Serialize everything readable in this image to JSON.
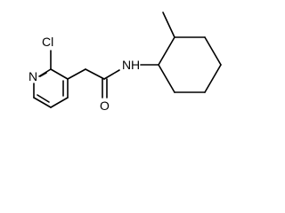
{
  "molecule": {
    "atom_labels": {
      "chlorine": "Cl",
      "pyridine_nitrogen": "N",
      "amide_nitrogen": "N",
      "amide_hydrogen": "H",
      "carbonyl_oxygen": "O"
    },
    "colors": {
      "bond": "#000000",
      "text": "#000000",
      "background": "#ffffff"
    }
  }
}
